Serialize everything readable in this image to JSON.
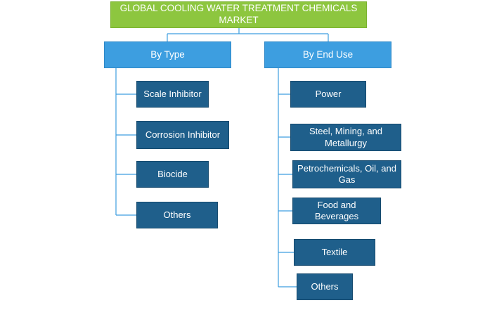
{
  "root": {
    "title": "GLOBAL COOLING WATER TREATMENT CHEMICALS MARKET"
  },
  "branches": [
    {
      "label": "By Type",
      "items": [
        "Scale Inhibitor",
        "Corrosion Inhibitor",
        "Biocide",
        "Others"
      ]
    },
    {
      "label": "By End Use",
      "items": [
        "Power",
        "Steel, Mining, and Metallurgy",
        "Petrochemicals, Oil, and Gas",
        "Food and Beverages",
        "Textile",
        "Others"
      ]
    }
  ],
  "colors": {
    "root_fill": "#8dc63f",
    "category_fill": "#3d9ee0",
    "leaf_fill": "#1f5f8b",
    "connector": "#3d9ee0"
  }
}
